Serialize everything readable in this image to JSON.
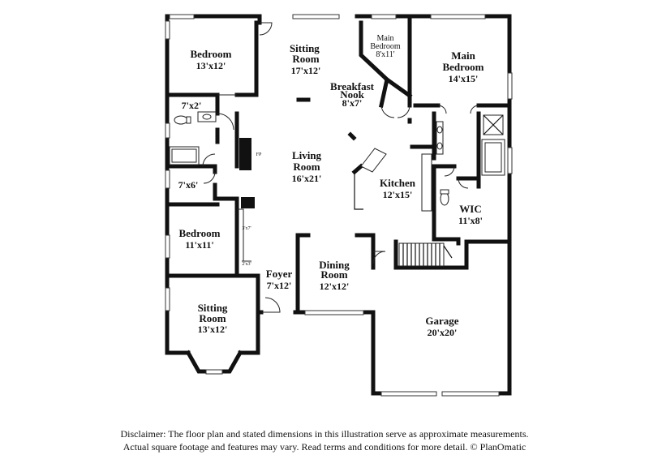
{
  "rooms": {
    "bedroom_nw": {
      "name": "Bedroom",
      "dim": "13'x12'"
    },
    "sitting_n": {
      "name": "Sitting Room",
      "dim": "17'x12'"
    },
    "main_bedroom_small": {
      "name": "Main Bedroom",
      "dim": "8'x11'"
    },
    "main_bedroom": {
      "name": "Main Bedroom",
      "dim": "14'x15'"
    },
    "breakfast": {
      "name": "Breakfast Nook",
      "dim": "8'x7'"
    },
    "bath_72": {
      "dim": "7'x2'"
    },
    "fireplace": {
      "name": "FP"
    },
    "living": {
      "name": "Living Room",
      "dim": "16'x21'"
    },
    "kitchen": {
      "name": "Kitchen",
      "dim": "12'x15'"
    },
    "bath_76": {
      "dim": "7'x6'"
    },
    "wic": {
      "name": "WIC",
      "dim": "11'x8'"
    },
    "closet_3x7": {
      "dim": "3'x7'"
    },
    "bedroom_w": {
      "name": "Bedroom",
      "dim": "11'x11'"
    },
    "closet_2x3": {
      "dim": "2'x3'"
    },
    "foyer": {
      "name": "Foyer",
      "dim": "7'x12'"
    },
    "dining": {
      "name": "Dining Room",
      "dim": "12'x12'"
    },
    "sitting_s": {
      "name": "Sitting Room",
      "dim": "13'x12'"
    },
    "garage": {
      "name": "Garage",
      "dim": "20'x20'"
    }
  },
  "disclaimer": {
    "line1": "Disclaimer: The floor plan and stated dimensions in this illustration serve as approximate measurements.",
    "line2": "Actual square footage and features may vary. Read terms and conditions for more detail. © PlanOmatic"
  }
}
